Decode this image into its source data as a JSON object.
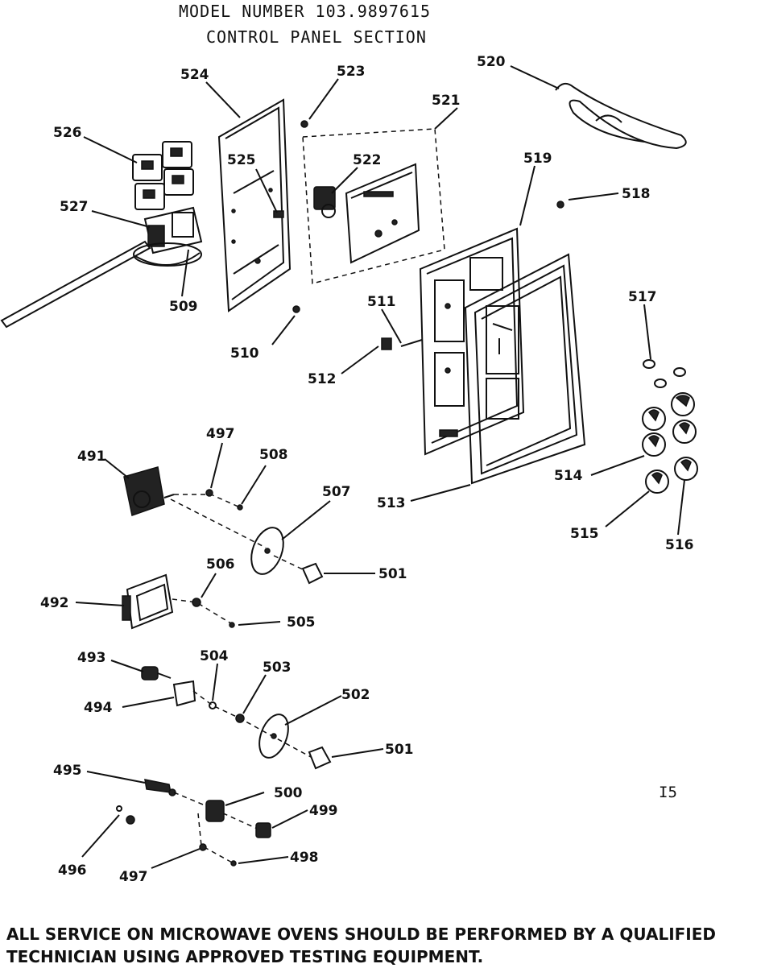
{
  "header": {
    "model_line": "MODEL NUMBER  103.9897615",
    "section_title": "CONTROL PANEL SECTION"
  },
  "page_id": "I5",
  "labels": {
    "p524": "524",
    "p523": "523",
    "p521": "521",
    "p520": "520",
    "p526": "526",
    "p525": "525",
    "p522": "522",
    "p519": "519",
    "p518": "518",
    "p527": "527",
    "p509": "509",
    "p511": "511",
    "p517": "517",
    "p510": "510",
    "p512": "512",
    "p491": "491",
    "p497a": "497",
    "p508": "508",
    "p507": "507",
    "p513": "513",
    "p514": "514",
    "p515": "515",
    "p516": "516",
    "p506": "506",
    "p501a": "501",
    "p492": "492",
    "p505": "505",
    "p504": "504",
    "p503": "503",
    "p493": "493",
    "p494": "494",
    "p502": "502",
    "p501b": "501",
    "p495": "495",
    "p500": "500",
    "p499": "499",
    "p496": "496",
    "p497b": "497",
    "p498": "498"
  },
  "footer": {
    "line1": "ALL SERVICE ON MICROWAVE OVENS SHOULD BE PERFORMED BY A QUALIFIED",
    "line2": "TECHNICIAN USING APPROVED TESTING EQUIPMENT."
  }
}
